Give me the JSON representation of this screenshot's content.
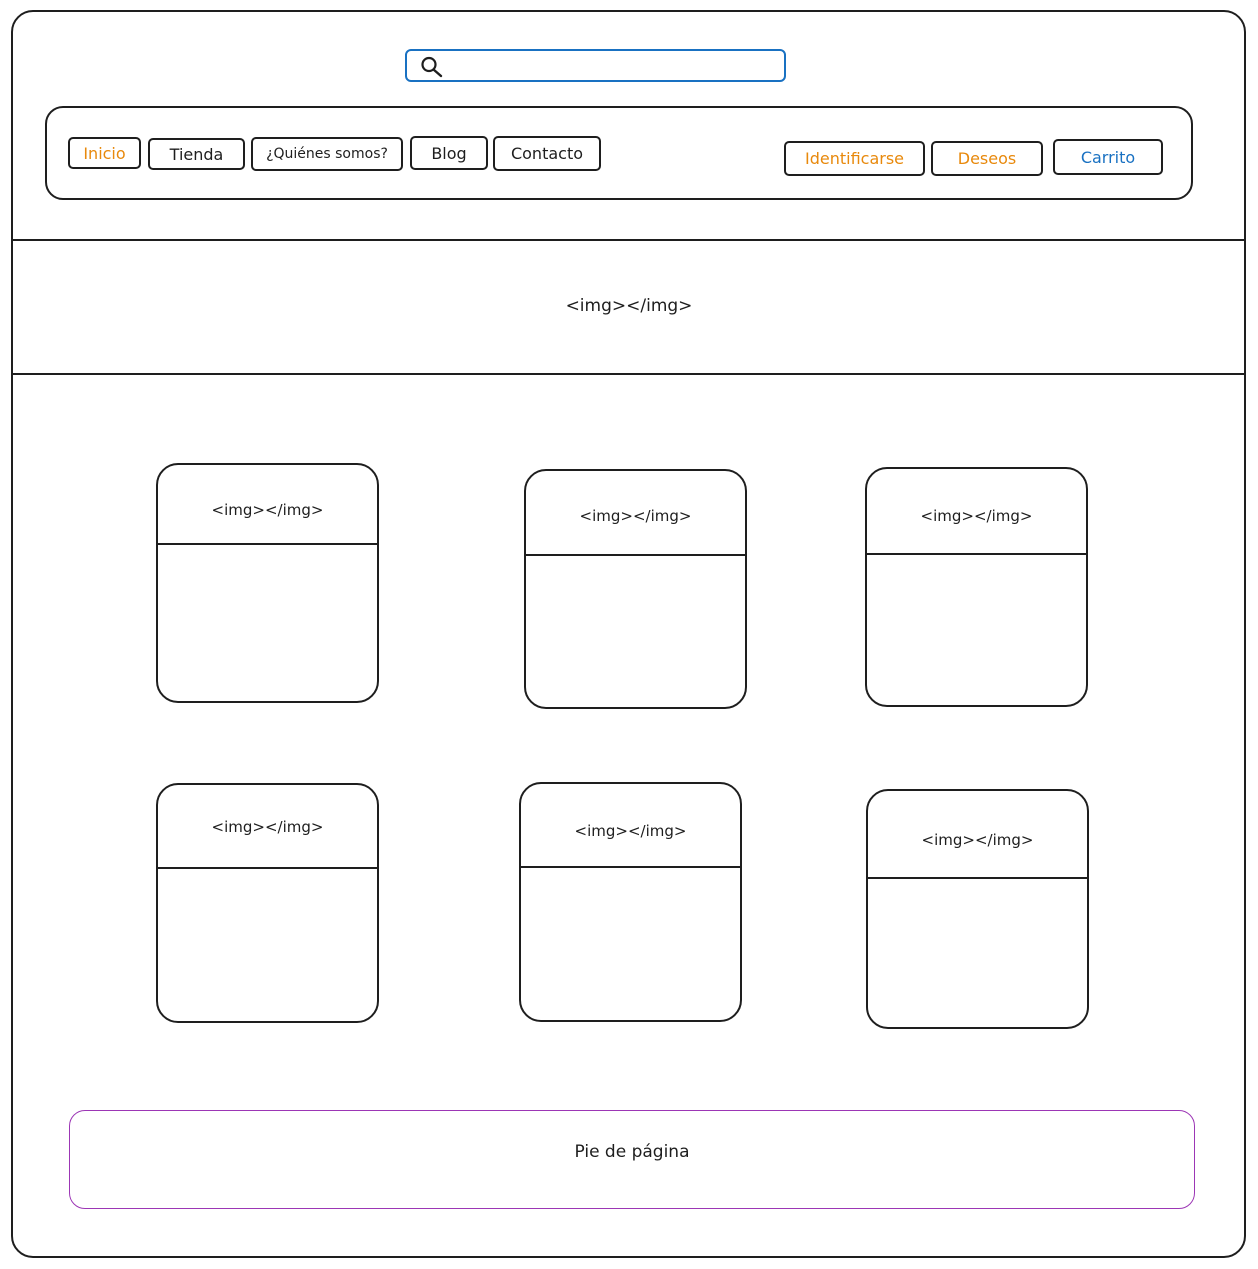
{
  "search": {
    "icon": "search-icon",
    "border_color": "#1971c2"
  },
  "nav": {
    "left_items": [
      "Inicio",
      "Tienda",
      "¿Quiénes somos?",
      "Blog",
      "Contacto"
    ],
    "right_items": [
      "Identificarse",
      "Deseos",
      "Carrito"
    ],
    "colors": {
      "inicio": "#e8890c",
      "identificarse": "#e8890c",
      "deseos": "#e8890c",
      "carrito": "#1971c2"
    }
  },
  "hero": {
    "label": "<img></img>"
  },
  "cards": [
    {
      "img_label": "<img></img>"
    },
    {
      "img_label": "<img></img>"
    },
    {
      "img_label": "<img></img>"
    },
    {
      "img_label": "<img></img>"
    },
    {
      "img_label": "<img></img>"
    },
    {
      "img_label": "<img></img>"
    }
  ],
  "footer": {
    "label": "Pie de página",
    "border_color": "#9c36b5"
  }
}
